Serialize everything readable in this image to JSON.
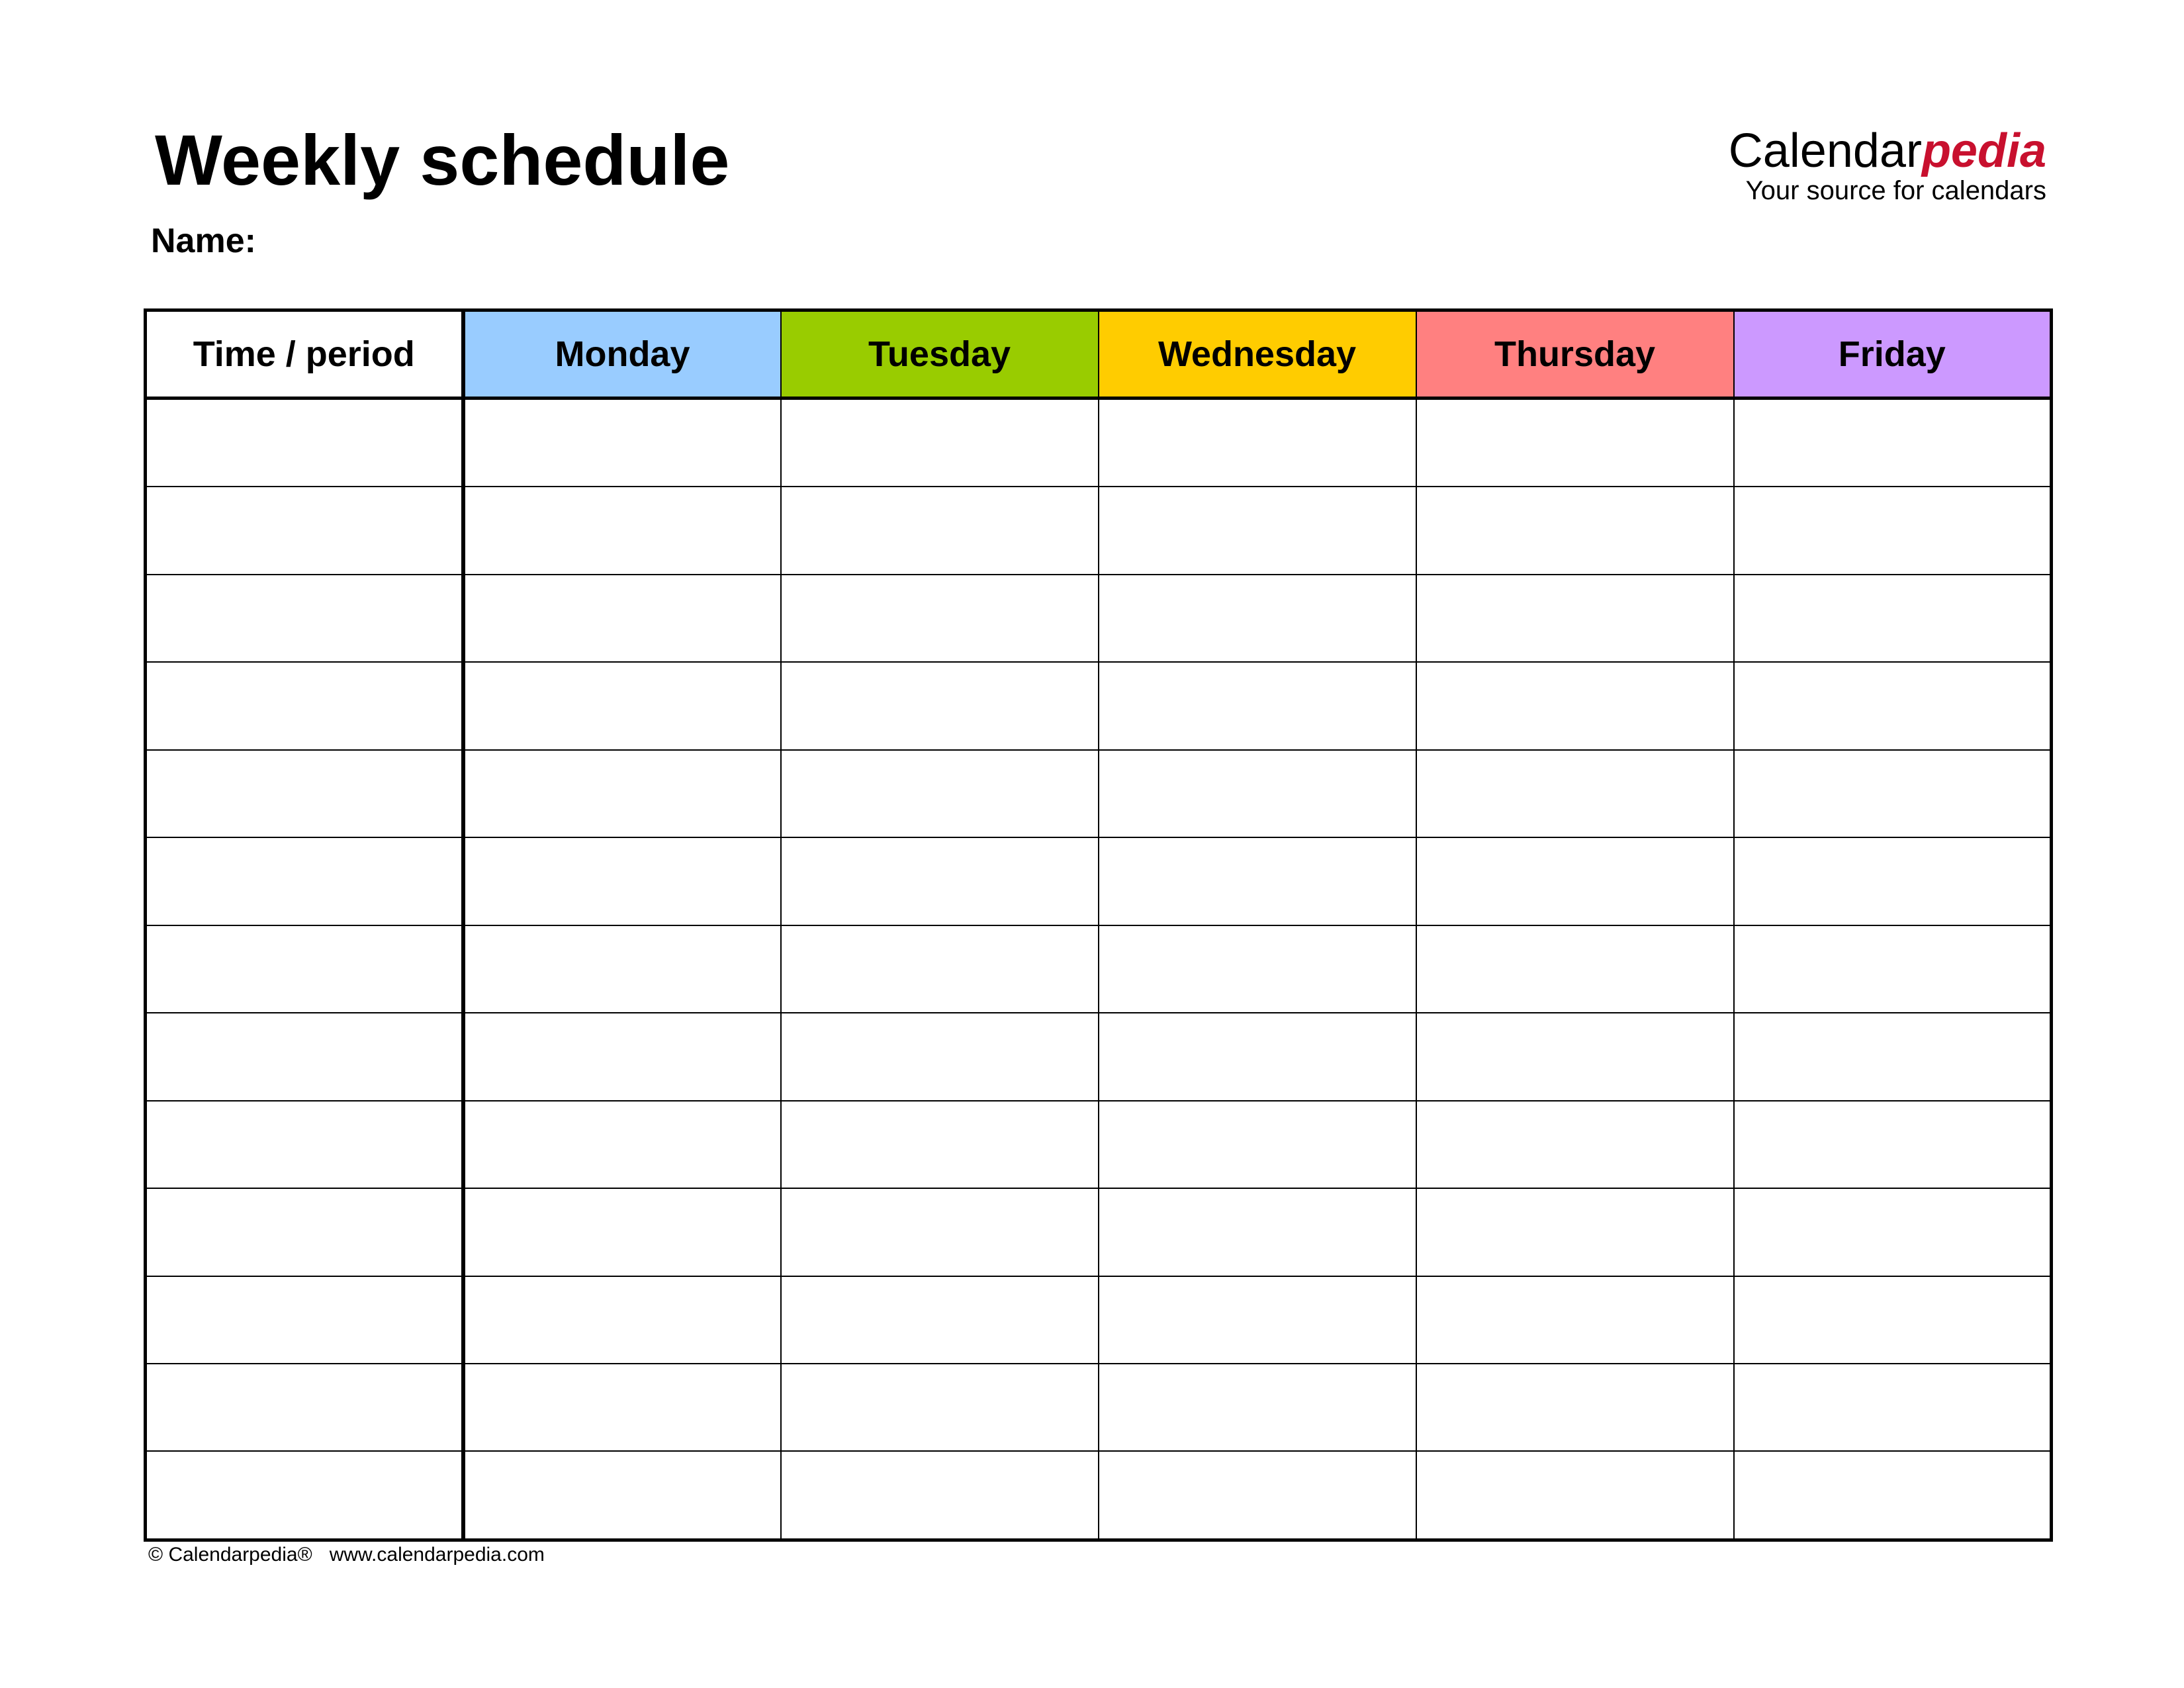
{
  "header": {
    "title": "Weekly schedule",
    "name_label": "Name:"
  },
  "brand": {
    "logo_main": "Calendar",
    "logo_accent": "pedia",
    "tagline": "Your source for calendars",
    "colors": {
      "main": "#000000",
      "accent": "#c8102e"
    }
  },
  "table": {
    "columns": [
      {
        "label": "Time / period",
        "color": "#ffffff"
      },
      {
        "label": "Monday",
        "color": "#99ccff"
      },
      {
        "label": "Tuesday",
        "color": "#99cc00"
      },
      {
        "label": "Wednesday",
        "color": "#ffcc00"
      },
      {
        "label": "Thursday",
        "color": "#ff8080"
      },
      {
        "label": "Friday",
        "color": "#cc99ff"
      }
    ],
    "rows": [
      [
        "",
        "",
        "",
        "",
        "",
        ""
      ],
      [
        "",
        "",
        "",
        "",
        "",
        ""
      ],
      [
        "",
        "",
        "",
        "",
        "",
        ""
      ],
      [
        "",
        "",
        "",
        "",
        "",
        ""
      ],
      [
        "",
        "",
        "",
        "",
        "",
        ""
      ],
      [
        "",
        "",
        "",
        "",
        "",
        ""
      ],
      [
        "",
        "",
        "",
        "",
        "",
        ""
      ],
      [
        "",
        "",
        "",
        "",
        "",
        ""
      ],
      [
        "",
        "",
        "",
        "",
        "",
        ""
      ],
      [
        "",
        "",
        "",
        "",
        "",
        ""
      ],
      [
        "",
        "",
        "",
        "",
        "",
        ""
      ],
      [
        "",
        "",
        "",
        "",
        "",
        ""
      ],
      [
        "",
        "",
        "",
        "",
        "",
        ""
      ]
    ]
  },
  "footer": {
    "copyright": "© Calendarpedia®",
    "website": "www.calendarpedia.com"
  }
}
